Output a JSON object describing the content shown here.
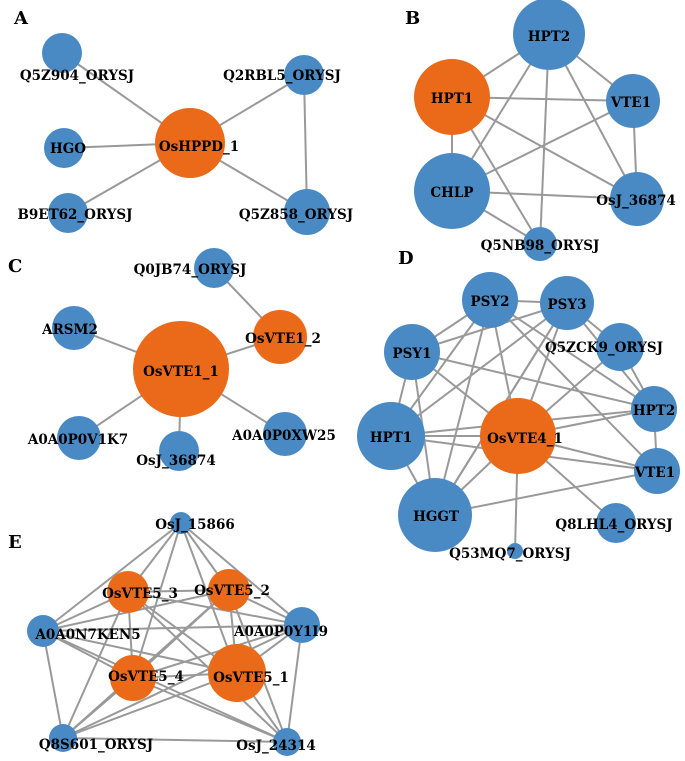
{
  "colors": {
    "blue": "#4a8ac4",
    "orange": "#ea6a1a",
    "edge": "#999999",
    "text": "#000000"
  },
  "panels": [
    {
      "label": "A",
      "nodes": [
        {
          "id": "q5z904",
          "label": "Q5Z904_ORYSJ",
          "color": "blue"
        },
        {
          "id": "hgo",
          "label": "HGO",
          "color": "blue"
        },
        {
          "id": "b9et62",
          "label": "B9ET62_ORYSJ",
          "color": "blue"
        },
        {
          "id": "oshppd1",
          "label": "OsHPPD_1",
          "color": "orange"
        },
        {
          "id": "q2rbl5",
          "label": "Q2RBL5_ORYSJ",
          "color": "blue"
        },
        {
          "id": "q5z858",
          "label": "Q5Z858_ORYSJ",
          "color": "blue"
        }
      ],
      "edges": [
        [
          "q5z904",
          "oshppd1"
        ],
        [
          "hgo",
          "oshppd1"
        ],
        [
          "b9et62",
          "oshppd1"
        ],
        [
          "q2rbl5",
          "oshppd1"
        ],
        [
          "q5z858",
          "oshppd1"
        ],
        [
          "q2rbl5",
          "q5z858"
        ]
      ]
    },
    {
      "label": "B",
      "nodes": [
        {
          "id": "hpt2",
          "label": "HPT2",
          "color": "blue"
        },
        {
          "id": "hpt1",
          "label": "HPT1",
          "color": "orange"
        },
        {
          "id": "vte1",
          "label": "VTE1",
          "color": "blue"
        },
        {
          "id": "chlp",
          "label": "CHLP",
          "color": "blue"
        },
        {
          "id": "osj36874",
          "label": "OsJ_36874",
          "color": "blue"
        },
        {
          "id": "q5nb98",
          "label": "Q5NB98_ORYSJ",
          "color": "blue"
        }
      ],
      "edges": [
        [
          "hpt2",
          "hpt1"
        ],
        [
          "hpt2",
          "vte1"
        ],
        [
          "hpt2",
          "chlp"
        ],
        [
          "hpt2",
          "osj36874"
        ],
        [
          "hpt2",
          "q5nb98"
        ],
        [
          "hpt1",
          "vte1"
        ],
        [
          "hpt1",
          "chlp"
        ],
        [
          "hpt1",
          "osj36874"
        ],
        [
          "hpt1",
          "q5nb98"
        ],
        [
          "vte1",
          "chlp"
        ],
        [
          "vte1",
          "osj36874"
        ],
        [
          "chlp",
          "osj36874"
        ],
        [
          "chlp",
          "q5nb98"
        ]
      ]
    },
    {
      "label": "C",
      "nodes": [
        {
          "id": "q0jb74",
          "label": "Q0JB74_ORYSJ",
          "color": "blue"
        },
        {
          "id": "arsm2",
          "label": "ARSM2",
          "color": "blue"
        },
        {
          "id": "osvte1_2",
          "label": "OsVTE1_2",
          "color": "orange"
        },
        {
          "id": "osvte1_1",
          "label": "OsVTE1_1",
          "color": "orange"
        },
        {
          "id": "a0a0p0v1k7",
          "label": "A0A0P0V1K7",
          "color": "blue"
        },
        {
          "id": "a0a0p0xw25",
          "label": "A0A0P0XW25",
          "color": "blue"
        },
        {
          "id": "osj36874c",
          "label": "OsJ_36874",
          "color": "blue"
        }
      ],
      "edges": [
        [
          "q0jb74",
          "osvte1_2"
        ],
        [
          "arsm2",
          "osvte1_1"
        ],
        [
          "osvte1_2",
          "osvte1_1"
        ],
        [
          "a0a0p0v1k7",
          "osvte1_1"
        ],
        [
          "a0a0p0xw25",
          "osvte1_1"
        ],
        [
          "osj36874c",
          "osvte1_1"
        ]
      ]
    },
    {
      "label": "D",
      "nodes": [
        {
          "id": "psy2",
          "label": "PSY2",
          "color": "blue"
        },
        {
          "id": "psy3",
          "label": "PSY3",
          "color": "blue"
        },
        {
          "id": "psy1",
          "label": "PSY1",
          "color": "blue"
        },
        {
          "id": "q5zck9",
          "label": "Q5ZCK9_ORYSJ",
          "color": "blue"
        },
        {
          "id": "hpt2d",
          "label": "HPT2",
          "color": "blue"
        },
        {
          "id": "hpt1d",
          "label": "HPT1",
          "color": "blue"
        },
        {
          "id": "osvte4_1",
          "label": "OsVTE4_1",
          "color": "orange"
        },
        {
          "id": "vte1d",
          "label": "VTE1",
          "color": "blue"
        },
        {
          "id": "hggt",
          "label": "HGGT",
          "color": "blue"
        },
        {
          "id": "q8lhl4",
          "label": "Q8LHL4_ORYSJ",
          "color": "blue"
        },
        {
          "id": "q53mq7",
          "label": "Q53MQ7_ORYSJ",
          "color": "blue"
        }
      ],
      "edges": [
        [
          "psy2",
          "psy3"
        ],
        [
          "psy2",
          "psy1"
        ],
        [
          "psy2",
          "osvte4_1"
        ],
        [
          "psy2",
          "hpt1d"
        ],
        [
          "psy2",
          "hggt"
        ],
        [
          "psy2",
          "hpt2d"
        ],
        [
          "psy2",
          "vte1d"
        ],
        [
          "psy3",
          "psy1"
        ],
        [
          "psy3",
          "osvte4_1"
        ],
        [
          "psy3",
          "q5zck9"
        ],
        [
          "psy3",
          "hpt1d"
        ],
        [
          "psy3",
          "hggt"
        ],
        [
          "psy3",
          "hpt2d"
        ],
        [
          "psy1",
          "osvte4_1"
        ],
        [
          "psy1",
          "hpt1d"
        ],
        [
          "psy1",
          "hggt"
        ],
        [
          "psy1",
          "hpt2d"
        ],
        [
          "q5zck9",
          "osvte4_1"
        ],
        [
          "q5zck9",
          "hpt2d"
        ],
        [
          "hpt2d",
          "osvte4_1"
        ],
        [
          "hpt2d",
          "vte1d"
        ],
        [
          "hpt2d",
          "hpt1d"
        ],
        [
          "hpt1d",
          "osvte4_1"
        ],
        [
          "hpt1d",
          "hggt"
        ],
        [
          "hpt1d",
          "vte1d"
        ],
        [
          "osvte4_1",
          "vte1d"
        ],
        [
          "osvte4_1",
          "hggt"
        ],
        [
          "osvte4_1",
          "q8lhl4"
        ],
        [
          "osvte4_1",
          "q53mq7"
        ],
        [
          "hggt",
          "vte1d"
        ],
        [
          "hggt",
          "psy3"
        ]
      ]
    },
    {
      "label": "E",
      "nodes": [
        {
          "id": "osj15866",
          "label": "OsJ_15866",
          "color": "blue"
        },
        {
          "id": "osvte5_3",
          "label": "OsVTE5_3",
          "color": "orange"
        },
        {
          "id": "osvte5_2",
          "label": "OsVTE5_2",
          "color": "orange"
        },
        {
          "id": "a0a0n7ken5",
          "label": "A0A0N7KEN5",
          "color": "blue"
        },
        {
          "id": "a0a0p0y1i9",
          "label": "A0A0P0Y1I9",
          "color": "blue"
        },
        {
          "id": "osvte5_4",
          "label": "OsVTE5_4",
          "color": "orange"
        },
        {
          "id": "osvte5_1",
          "label": "OsVTE5_1",
          "color": "orange"
        },
        {
          "id": "q8s601",
          "label": "Q8S601_ORYSJ",
          "color": "blue"
        },
        {
          "id": "osj24314",
          "label": "OsJ_24314",
          "color": "blue"
        }
      ],
      "edges": [
        [
          "osj15866",
          "osvte5_3"
        ],
        [
          "osj15866",
          "osvte5_2"
        ],
        [
          "osj15866",
          "osvte5_4"
        ],
        [
          "osj15866",
          "osvte5_1"
        ],
        [
          "osj15866",
          "a0a0n7ken5"
        ],
        [
          "osj15866",
          "a0a0p0y1i9"
        ],
        [
          "osvte5_3",
          "osvte5_2"
        ],
        [
          "osvte5_3",
          "osvte5_4"
        ],
        [
          "osvte5_3",
          "osvte5_1"
        ],
        [
          "osvte5_3",
          "a0a0n7ken5"
        ],
        [
          "osvte5_3",
          "a0a0p0y1i9"
        ],
        [
          "osvte5_3",
          "q8s601"
        ],
        [
          "osvte5_3",
          "osj24314"
        ],
        [
          "osvte5_2",
          "osvte5_4"
        ],
        [
          "osvte5_2",
          "osvte5_1"
        ],
        [
          "osvte5_2",
          "a0a0n7ken5"
        ],
        [
          "osvte5_2",
          "a0a0p0y1i9"
        ],
        [
          "osvte5_2",
          "q8s601"
        ],
        [
          "osvte5_2",
          "osj24314"
        ],
        [
          "a0a0n7ken5",
          "a0a0p0y1i9"
        ],
        [
          "a0a0n7ken5",
          "osvte5_4"
        ],
        [
          "a0a0n7ken5",
          "osvte5_1"
        ],
        [
          "a0a0n7ken5",
          "q8s601"
        ],
        [
          "a0a0n7ken5",
          "osj24314"
        ],
        [
          "a0a0p0y1i9",
          "osvte5_4"
        ],
        [
          "a0a0p0y1i9",
          "osvte5_1"
        ],
        [
          "a0a0p0y1i9",
          "q8s601"
        ],
        [
          "a0a0p0y1i9",
          "osj24314"
        ],
        [
          "osvte5_4",
          "osvte5_1"
        ],
        [
          "osvte5_4",
          "q8s601"
        ],
        [
          "osvte5_4",
          "osj24314"
        ],
        [
          "osvte5_1",
          "q8s601"
        ],
        [
          "osvte5_1",
          "osj24314"
        ],
        [
          "q8s601",
          "osj24314"
        ]
      ]
    }
  ]
}
